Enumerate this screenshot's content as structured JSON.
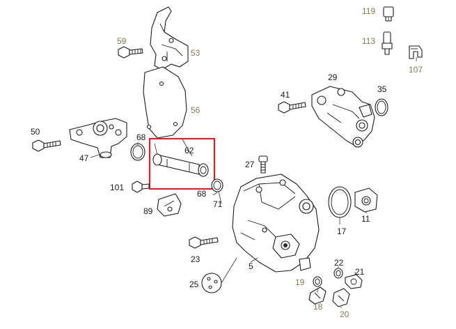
{
  "diagram": {
    "highlight_color": "#d6202a",
    "tan_label_color": "#8a7a52",
    "highlighted_part": "62",
    "labels": {
      "p119": "119",
      "p113": "113",
      "p107": "107",
      "p59": "59",
      "p53": "53",
      "p56": "56",
      "p29": "29",
      "p41": "41",
      "p35": "35",
      "p50": "50",
      "p47": "47",
      "p68a": "68",
      "p62": "62",
      "p27": "27",
      "p101": "101",
      "p68b": "68",
      "p71": "71",
      "p89": "89",
      "p17": "17",
      "p11": "11",
      "p23": "23",
      "p5": "5",
      "p22": "22",
      "p21": "21",
      "p19": "19",
      "p25": "25",
      "p18": "18",
      "p20": "20"
    }
  }
}
